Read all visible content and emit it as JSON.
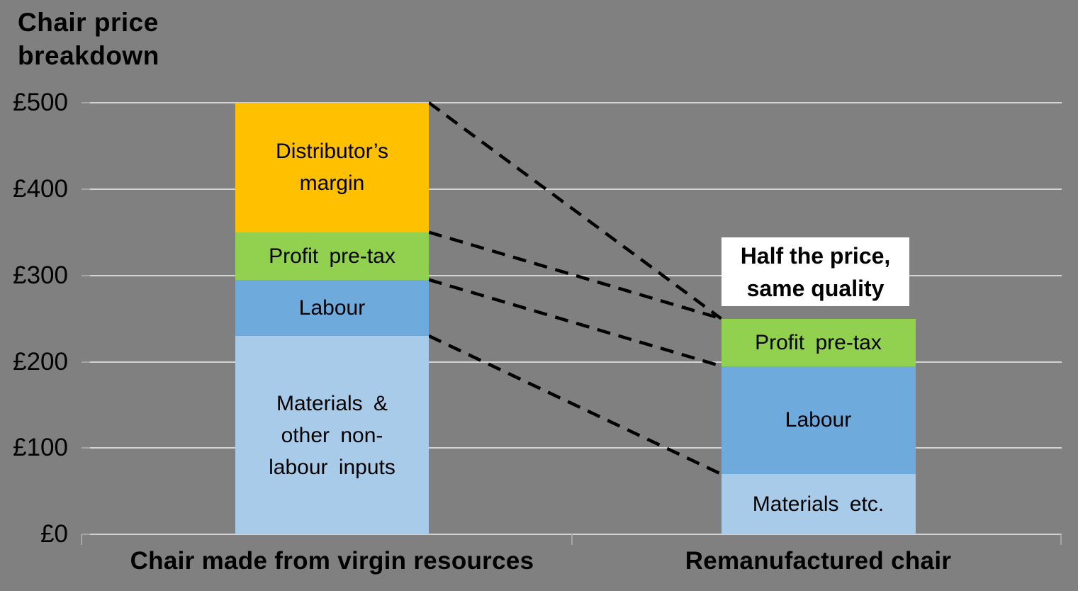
{
  "colors": {
    "background": "#808080",
    "gridline": "#D4D4D4",
    "tick": "#A6A6A6",
    "connector": "#000000",
    "annotation_bg": "#FFFFFF",
    "text": "#000000"
  },
  "chart_data": {
    "type": "bar",
    "stacked": true,
    "title": "Chair price\nbreakdown",
    "xlabel": "",
    "ylabel": "Chair price breakdown",
    "currency": "£",
    "ylim": [
      0,
      500
    ],
    "ytick_step": 100,
    "ytick_labels": [
      "£0",
      "£100",
      "£200",
      "£300",
      "£400",
      "£500"
    ],
    "grid": true,
    "legend": "none",
    "categories": [
      "Chair made from virgin resources",
      "Remanufactured chair"
    ],
    "series": [
      {
        "name": "Materials & other non-labour inputs",
        "color": "#A9CBEA",
        "values": [
          230,
          70
        ],
        "display": [
          "Materials &\nother non-\nlabour inputs",
          "Materials etc."
        ]
      },
      {
        "name": "Labour",
        "color": "#6FAADC",
        "values": [
          65,
          125
        ],
        "display": [
          "Labour",
          "Labour"
        ]
      },
      {
        "name": "Profit pre-tax",
        "color": "#92D04F",
        "values": [
          55,
          55
        ],
        "display": [
          "Profit pre-tax",
          "Profit pre-tax"
        ]
      },
      {
        "name": "Distributor’s margin",
        "color": "#FFC000",
        "values": [
          150,
          0
        ],
        "display": [
          "Distributor’s\nmargin",
          ""
        ]
      }
    ],
    "totals": [
      500,
      250
    ],
    "connectors": [
      {
        "from": 500,
        "to": 250
      },
      {
        "from": 350,
        "to": 250
      },
      {
        "from": 295,
        "to": 195
      },
      {
        "from": 230,
        "to": 70
      }
    ],
    "annotation": "Half the price,\nsame quality"
  }
}
